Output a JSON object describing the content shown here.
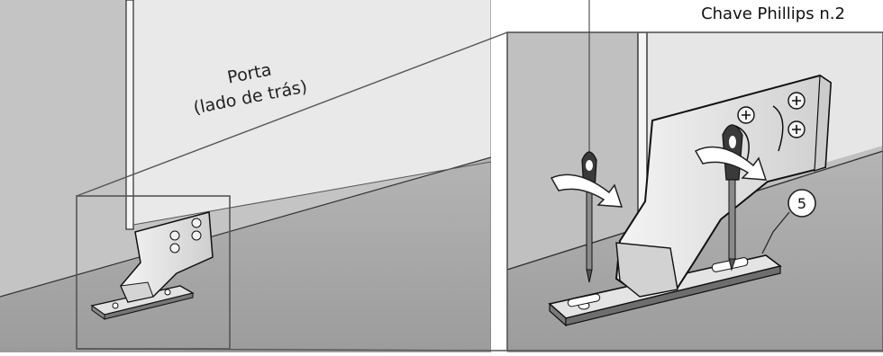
{
  "labels": {
    "door": [
      "Porta",
      "(lado de trás)"
    ],
    "tool": "Chave Phillips n.2",
    "step_number": "5"
  },
  "colors": {
    "wall": "#b8b8b8",
    "wall_light": "#dcdcdc",
    "floor": "#a8a8a8",
    "door_face": "#eeeeee",
    "outline": "#1a1a1a",
    "arrow_fill": "#ffffff"
  },
  "icons": {
    "screwdriver": "screwdriver-icon",
    "rotation_arrow": "rotate-clockwise-icon",
    "screw": "phillips-screw-icon"
  }
}
